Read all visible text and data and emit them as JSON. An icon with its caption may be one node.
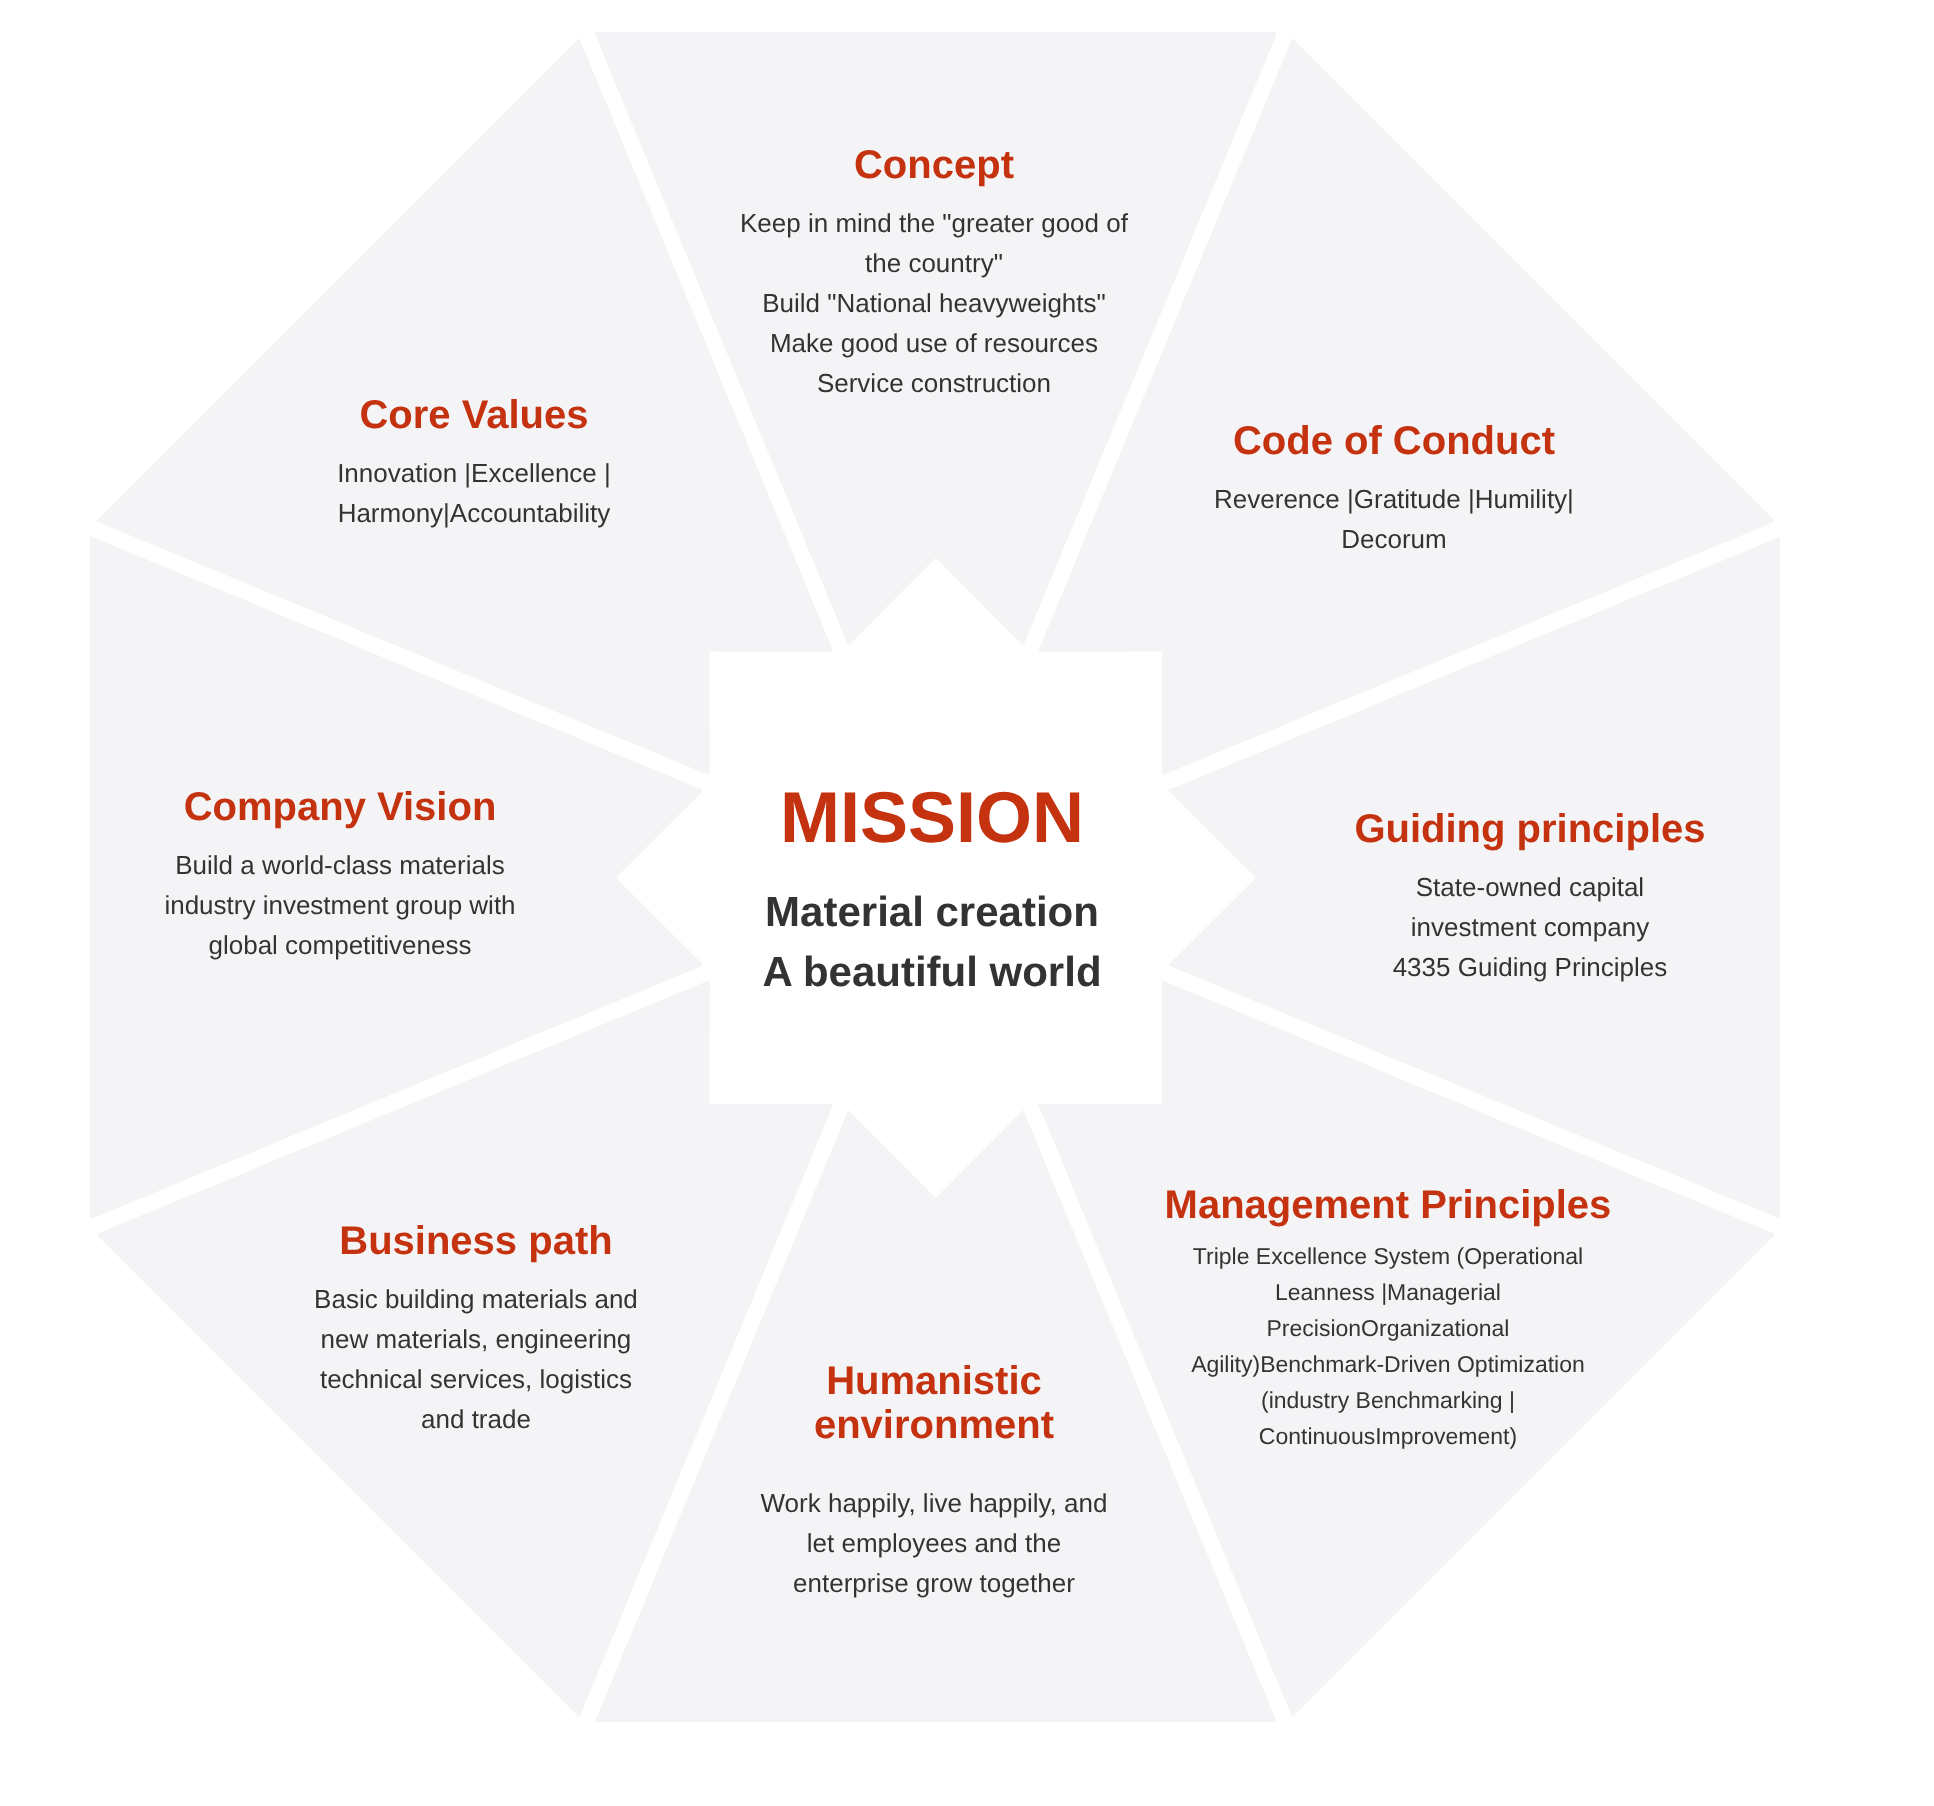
{
  "diagram": {
    "nodes": [
      {
        "text": [
          "Concept",
          "Keep in mind the \"greater good of the country\"",
          "Build \"National heavyweights\"",
          "Make good use of resources",
          "Service construction"
        ]
      },
      {
        "text": [
          "Core Values",
          "Innovation |Excellence | Harmony|Accountability"
        ]
      },
      {
        "text": [
          "Code of Conduct",
          "Reverence |Gratitude |Humility| Decorum"
        ]
      },
      {
        "text": [
          "Company Vision",
          "Build a world-class materials industry investment group with global competitiveness"
        ]
      },
      {
        "text": [
          "MISSION",
          "Material creation",
          "A beautiful world"
        ]
      },
      {
        "text": [
          "Guiding principles",
          "State-owned capital investment company",
          "4335 Guiding Principles"
        ]
      },
      {
        "text": [
          "Management Principles",
          "Triple Excellence System (Operational Leanness |Managerial PrecisionOrganizational Agility)Benchmark-Driven Optimization (industry Benchmarking | ContinuousImprovement)"
        ]
      },
      {
        "text": [
          "Business path",
          "Basic building materials and new materials, engineering technical services, logistics and trade"
        ]
      },
      {
        "text": [
          "Humanistic environment",
          "Work happily, live happily, and let employees and the enterprise grow together"
        ]
      }
    ]
  }
}
